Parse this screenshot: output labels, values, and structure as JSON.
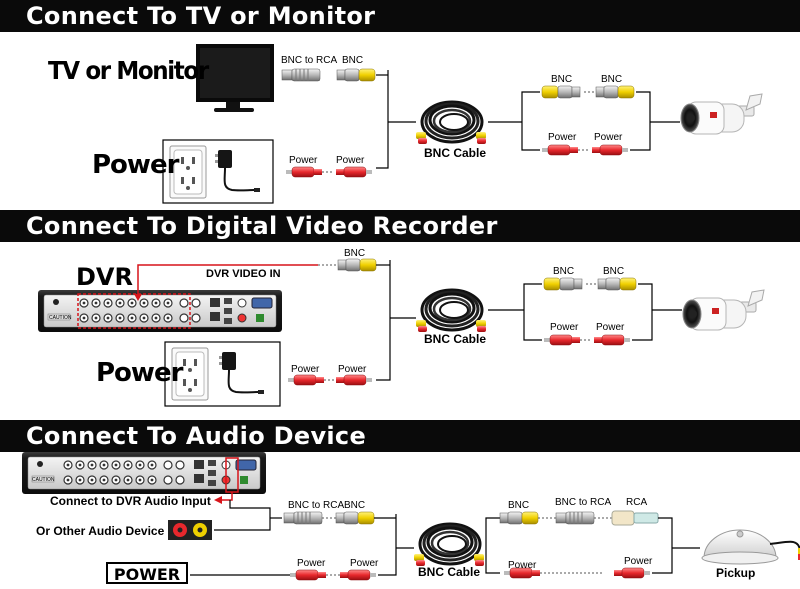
{
  "banners": {
    "tv": "Connect To TV or Monitor",
    "dvr": "Connect To Digital Video Recorder",
    "audio": "Connect To Audio Device"
  },
  "section1": {
    "device_label": "TV or Monitor",
    "power_label": "Power",
    "bnc_to_rca": "BNC to RCA",
    "bnc": "BNC",
    "power_plug_left": "Power",
    "power_plug_right": "Power",
    "cable_label": "BNC Cable",
    "cam_bnc_left": "BNC",
    "cam_bnc_right": "BNC",
    "cam_power_left": "Power",
    "cam_power_right": "Power"
  },
  "section2": {
    "device_label": "DVR",
    "video_in_label": "DVR VIDEO IN",
    "bnc": "BNC",
    "power_label": "Power",
    "power_plug_left": "Power",
    "power_plug_right": "Power",
    "cable_label": "BNC Cable",
    "cam_bnc_left": "BNC",
    "cam_bnc_right": "BNC",
    "cam_power_left": "Power",
    "cam_power_right": "Power",
    "caution": "CAUTION"
  },
  "section3": {
    "audio_input_label": "Connect to DVR Audio Input",
    "other_device_label": "Or Other Audio Device",
    "power_box": "POWER",
    "bnc_to_rca": "BNC to RCA",
    "bnc": "BNC",
    "power_plug_left": "Power",
    "power_plug_right": "Power",
    "cable_label": "BNC Cable",
    "mic_bnc": "BNC",
    "mic_bnc_to_rca": "BNC to RCA",
    "mic_rca": "RCA",
    "mic_power_left": "Power",
    "mic_power_right": "Power",
    "pickup_label": "Pickup",
    "caution": "CAUTION"
  },
  "colors": {
    "banner_bg": "#0a0a0a",
    "accent_red": "#d7141a",
    "plug_yellow": "#f0d000",
    "plug_red": "#e8282d"
  },
  "icons": [
    "monitor-icon",
    "wall-outlet-icon",
    "power-adapter-icon",
    "cable-coil-icon",
    "bullet-camera-icon",
    "dvr-unit-icon",
    "rca-jack-icon",
    "dome-microphone-icon"
  ]
}
